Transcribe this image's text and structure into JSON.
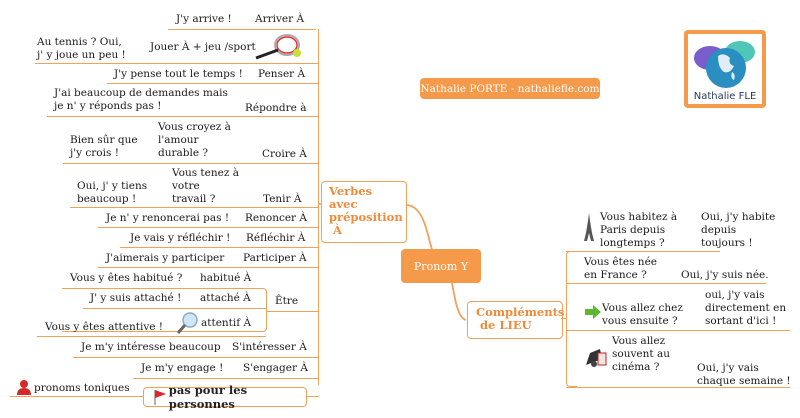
{
  "credit": "Nathalie PORTE - nathaliefle.com",
  "logo": {
    "label": "Nathalie FLE",
    "icon": "globe-speech-bubbles-icon"
  },
  "center": "Pronom Y",
  "branches": {
    "verbes": {
      "title": [
        "Verbes",
        "avec",
        "préposition",
        " À"
      ],
      "items": [
        {
          "verb": "Arriver À",
          "examples": [
            "J'y arrive !"
          ]
        },
        {
          "verb": "Jouer À + jeu /sport",
          "examples": [
            "Au tennis ? Oui,",
            "j' y joue un peu !"
          ],
          "icon": "tennis-racket-icon"
        },
        {
          "verb": "Penser À",
          "examples": [
            "J'y pense tout le temps !"
          ]
        },
        {
          "verb": "Répondre à",
          "examples": [
            "J'ai beaucoup de demandes mais",
            "je n' y réponds pas !"
          ]
        },
        {
          "verb": "Croire À",
          "question": [
            "Vous croyez à",
            "l'amour",
            "durable ?"
          ],
          "examples": [
            "Bien sûr que",
            "j'y crois !"
          ]
        },
        {
          "verb": "Tenir À",
          "question": [
            "Vous tenez à",
            "votre",
            "travail ?"
          ],
          "examples": [
            "Oui, j' y tiens",
            "beaucoup !"
          ]
        },
        {
          "verb": "Renoncer À",
          "examples": [
            "Je n' y renoncerai pas !"
          ]
        },
        {
          "verb": "Réfléchir À",
          "examples": [
            "Je vais y réfléchir !"
          ]
        },
        {
          "verb": "Participer À",
          "examples": [
            "J'aimerais y participer"
          ]
        },
        {
          "verb": "Être",
          "sub": [
            {
              "verb": "habitué À",
              "examples": [
                "Vous y êtes habitué ?"
              ]
            },
            {
              "verb": "attaché À",
              "examples": [
                "J' y suis attaché !"
              ]
            },
            {
              "verb": "attentif À",
              "examples": [
                "Vous y êtes attentive !"
              ],
              "icon": "magnifier-icon"
            }
          ]
        },
        {
          "verb": "S'intéresser À",
          "examples": [
            "Je m'y intéresse beaucoup"
          ]
        },
        {
          "verb": "S'engager À",
          "examples": [
            "Je m'y engage !"
          ]
        },
        {
          "verb": "pas pour les personnes",
          "examples": [
            "pronoms toniques"
          ],
          "icon": "red-flag-icon",
          "example_icon": "person-icon"
        }
      ]
    },
    "lieu": {
      "title": [
        "Compléments",
        " de LIEU"
      ],
      "items": [
        {
          "question": [
            "Vous habitez à",
            "Paris depuis",
            "longtemps ?"
          ],
          "answer": [
            "Oui, j'y habite",
            "depuis",
            "toujours !"
          ],
          "icon": "eiffel-tower-icon"
        },
        {
          "question": [
            "Vous êtes née",
            "en France ?"
          ],
          "answer": [
            "Oui, j'y suis née."
          ]
        },
        {
          "question": [
            "Vous allez chez",
            "vous ensuite ?"
          ],
          "answer": [
            "oui, j'y vais",
            "directement en",
            "sortant d'ici !"
          ],
          "icon": "green-arrow-icon"
        },
        {
          "question": [
            "Vous allez",
            "souvent au",
            "cinéma ?"
          ],
          "answer": [
            "Oui, j'y vais",
            "chaque semaine !"
          ],
          "icon": "cinema-camera-icon"
        }
      ]
    }
  },
  "colors": {
    "accent": "#f5994a",
    "line": "#f0a25b",
    "branch_text": "#f08a38",
    "flag": "#e8202a"
  }
}
